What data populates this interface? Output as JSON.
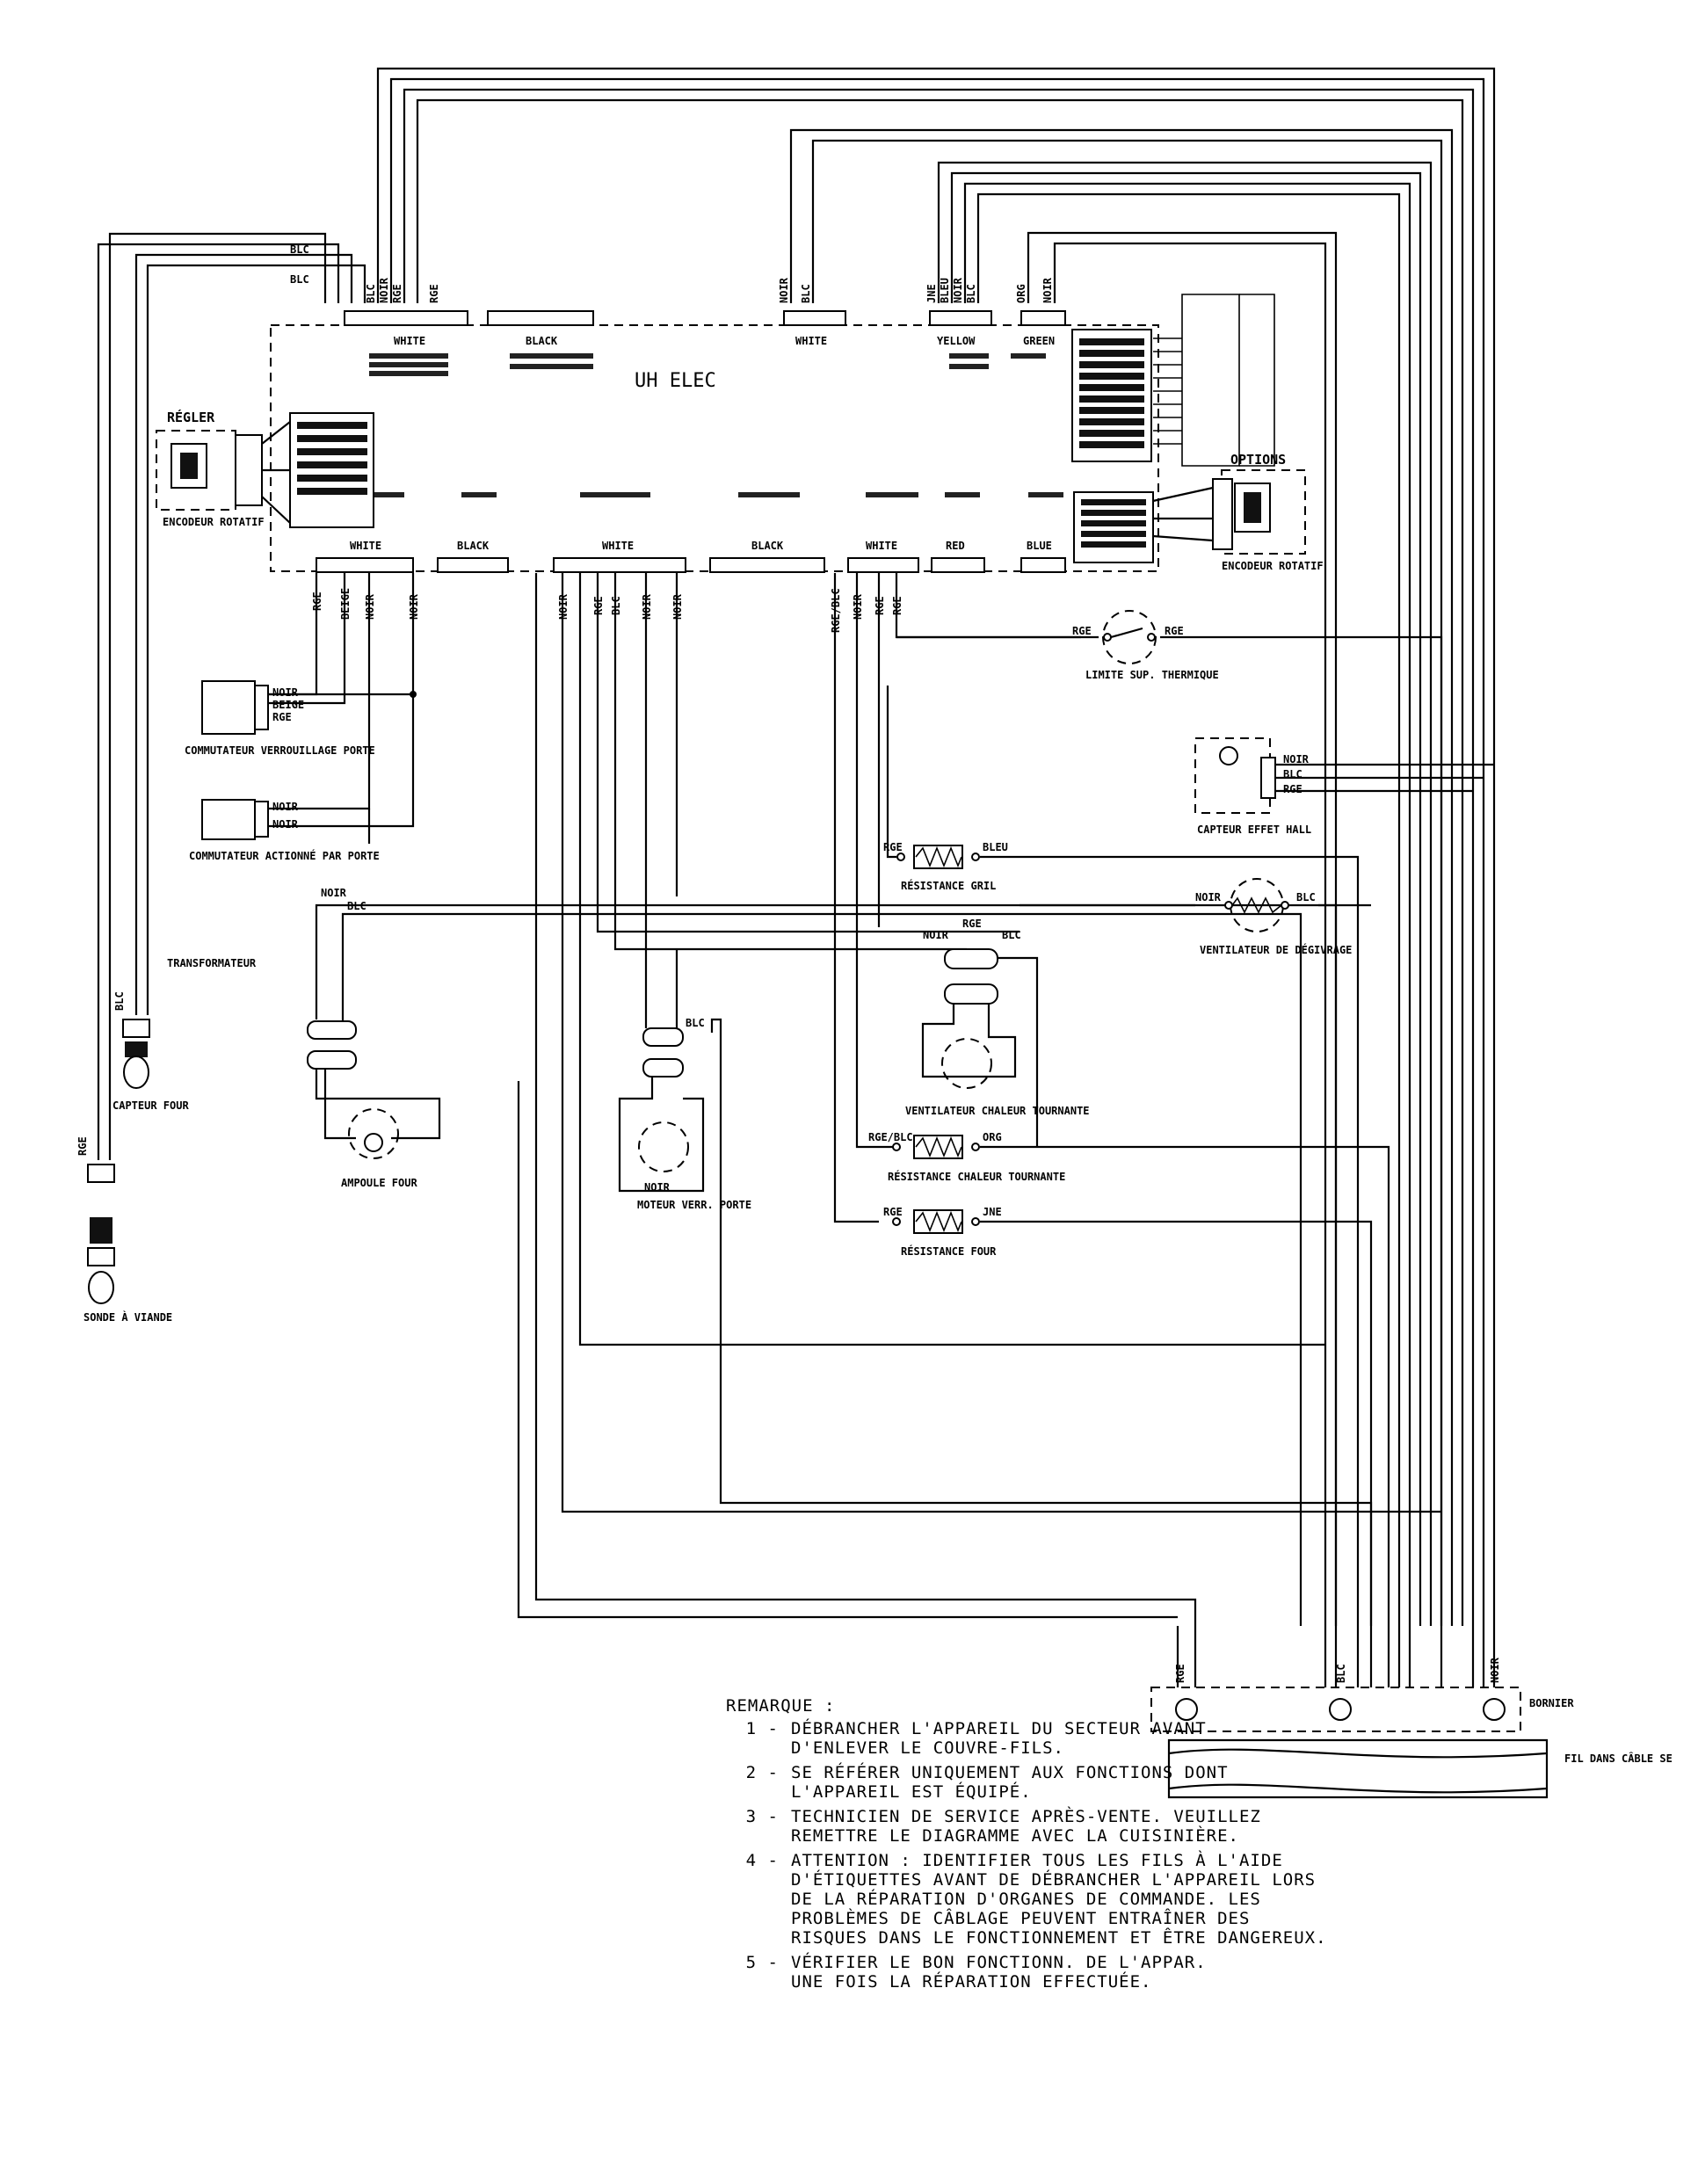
{
  "board": {
    "title": "UH ELEC"
  },
  "connectors": {
    "top_left_header": "WHITE",
    "top_left_header2": "BLACK",
    "top_mid_header": "WHITE",
    "top_yellow": "YELLOW",
    "top_green": "GREEN",
    "bot_1": "WHITE",
    "bot_2": "BLACK",
    "bot_3": "WHITE",
    "bot_4": "BLACK",
    "bot_5": "WHITE",
    "bot_6": "RED",
    "bot_7": "BLUE"
  },
  "components": {
    "regler": "RÉGLER",
    "encodeur_left": "ENCODEUR ROTATIF",
    "options": "OPTIONS",
    "encodeur_right": "ENCODEUR ROTATIF",
    "commutateur_verrou": "COMMUTATEUR VERROUILLAGE PORTE",
    "commutateur_actionne": "COMMUTATEUR ACTIONNÉ PAR PORTE",
    "transformateur": "TRANSFORMATEUR",
    "capteur_four": "CAPTEUR FOUR",
    "sonde_viande": "SONDE À VIANDE",
    "ampoule_four": "AMPOULE FOUR",
    "moteur_verr": "MOTEUR VERR. PORTE",
    "limite_sup": "LIMITE SUP. THERMIQUE",
    "capteur_hall": "CAPTEUR EFFET HALL",
    "res_gril": "RÉSISTANCE GRIL",
    "vent_degivrage": "VENTILATEUR DE DÉGIVRAGE",
    "vent_chaleur": "VENTILATEUR CHALEUR TOURNANTE",
    "res_chaleur": "RÉSISTANCE CHALEUR TOURNANTE",
    "res_four": "RÉSISTANCE FOUR",
    "bornier": "BORNIER",
    "fil_dans": "FIL DANS CÂBLE SE"
  },
  "wire_labels": {
    "blc": "BLC",
    "noir": "NOIR",
    "rge": "RGE",
    "bleu": "BLEU",
    "jne": "JNE",
    "org": "ORG",
    "beige": "BEIGE",
    "rge_blc": "RGE/BLC"
  },
  "notes": {
    "header": "REMARQUE :",
    "items": [
      {
        "num": "1 -",
        "text": "DÉBRANCHER L'APPAREIL DU SECTEUR AVANT\nD'ENLEVER LE COUVRE-FILS."
      },
      {
        "num": "2 -",
        "text": "SE RÉFÉRER UNIQUEMENT AUX FONCTIONS DONT\nL'APPAREIL EST ÉQUIPÉ."
      },
      {
        "num": "3 -",
        "text": "TECHNICIEN DE SERVICE APRÈS-VENTE. VEUILLEZ\nREMETTRE LE DIAGRAMME AVEC LA CUISINIÈRE."
      },
      {
        "num": "4 -",
        "text": "ATTENTION : IDENTIFIER TOUS LES FILS À L'AIDE\nD'ÉTIQUETTES AVANT DE DÉBRANCHER L'APPAREIL LORS\nDE LA RÉPARATION D'ORGANES DE COMMANDE. LES\nPROBLÈMES DE CÂBLAGE PEUVENT ENTRAÎNER DES\nRISQUES DANS LE FONCTIONNEMENT ET ÊTRE DANGEREUX."
      },
      {
        "num": "5 -",
        "text": "VÉRIFIER LE BON FONCTIONN. DE L'APPAR.\nUNE FOIS LA RÉPARATION EFFECTUÉE."
      }
    ]
  }
}
